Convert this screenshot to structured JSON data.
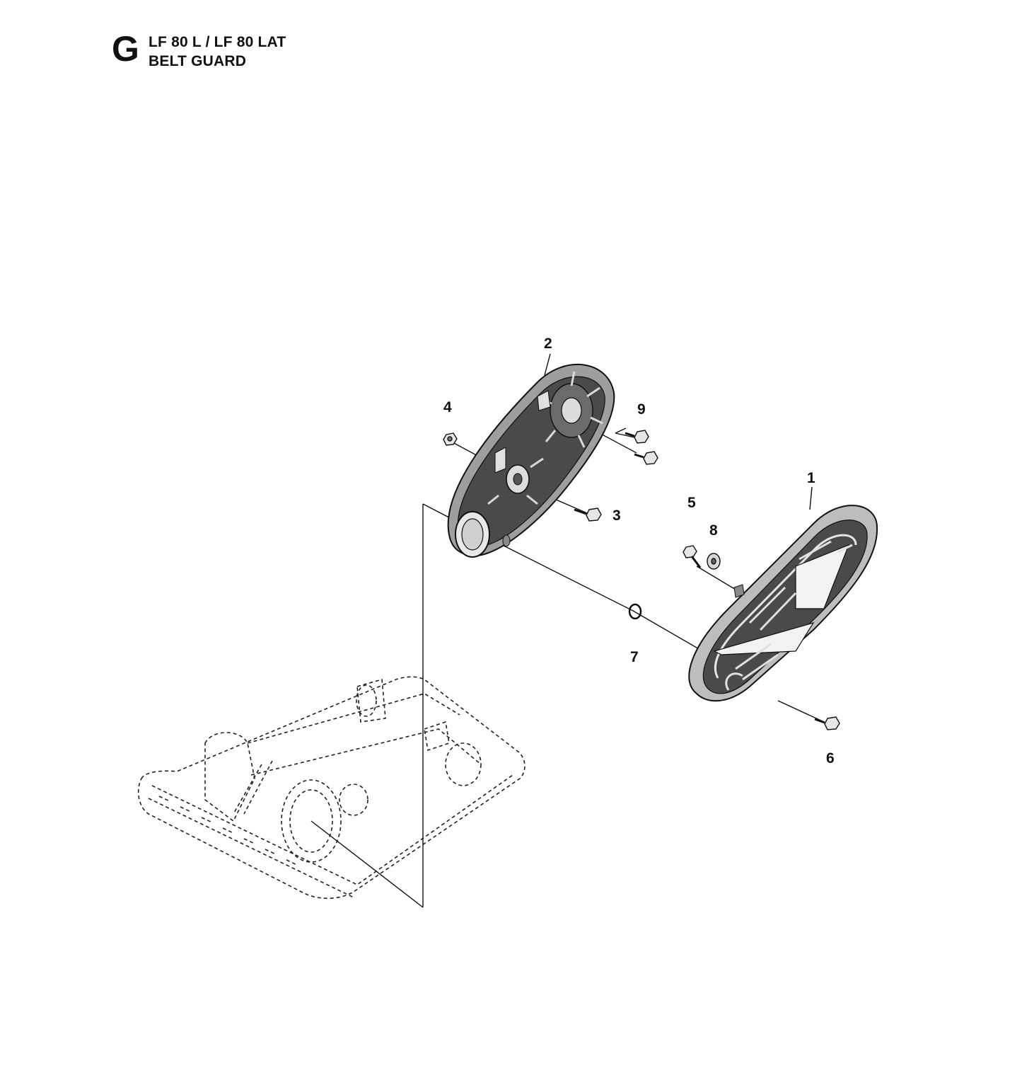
{
  "header": {
    "section_letter": "G",
    "model_line": "LF 80 L / LF 80 LAT",
    "assembly_name": "BELT GUARD"
  },
  "callouts": [
    {
      "id": "1",
      "label": "1"
    },
    {
      "id": "2",
      "label": "2"
    },
    {
      "id": "3",
      "label": "3"
    },
    {
      "id": "4",
      "label": "4"
    },
    {
      "id": "5",
      "label": "5"
    },
    {
      "id": "6",
      "label": "6"
    },
    {
      "id": "7",
      "label": "7"
    },
    {
      "id": "8",
      "label": "8"
    },
    {
      "id": "9",
      "label": "9"
    }
  ],
  "colors": {
    "line": "#1a1a1a",
    "part_fill": "#3a3a3a",
    "part_light": "#bdbdbd",
    "background": "#ffffff"
  }
}
